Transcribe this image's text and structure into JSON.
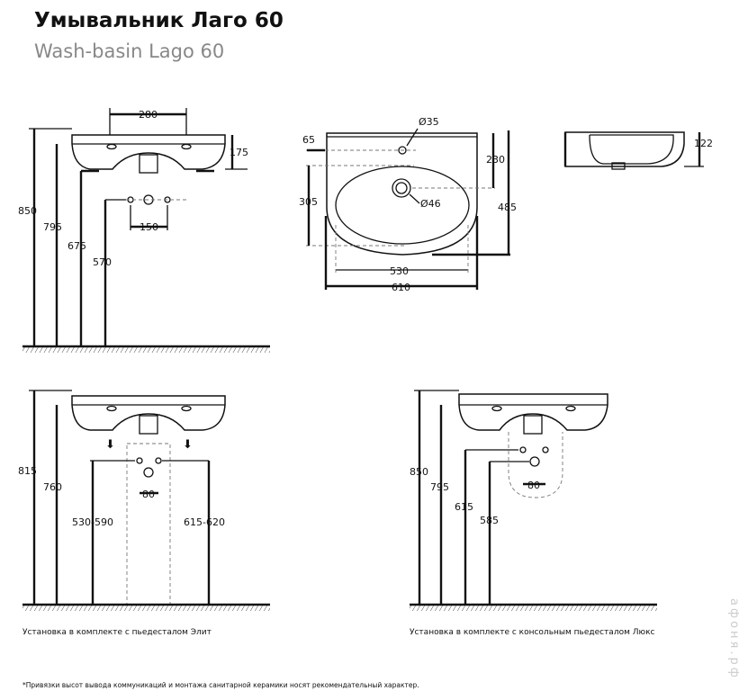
{
  "header": {
    "title": "Умывальник Лаго 60",
    "subtitle": "Wash-basin Lago 60"
  },
  "front_view": {
    "d280": "280",
    "d175": "175",
    "d850": "850",
    "d795": "795",
    "d675": "675",
    "d570": "570",
    "d150": "150"
  },
  "top_view": {
    "d35": "Ø35",
    "d46": "Ø46",
    "d65": "65",
    "d230": "230",
    "d305": "305",
    "d485": "485",
    "d530": "530",
    "d610": "610"
  },
  "side_view": {
    "d122": "122"
  },
  "elit_install": {
    "d815": "815",
    "d760": "760",
    "d530_590": "530-590",
    "d615_620": "615-620",
    "d80": "80",
    "caption": "Установка в комплекте с пьедесталом Элит"
  },
  "lux_install": {
    "d850": "850",
    "d795": "795",
    "d615": "615",
    "d585": "585",
    "d80": "80",
    "caption": "Установка в комплекте с консольным пьедесталом Люкс"
  },
  "footnote": "*Привязки высот вывода коммуникаций и монтажа санитарной керамики носят рекомендательный характер.",
  "watermark": "афоня.рф"
}
